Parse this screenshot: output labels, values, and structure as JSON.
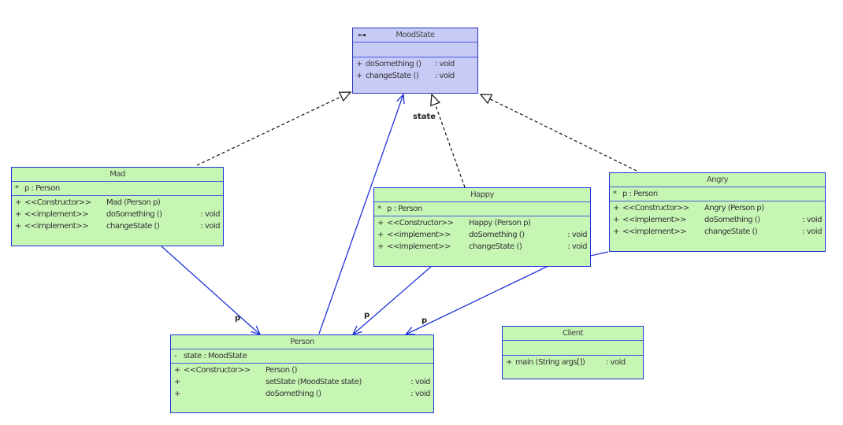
{
  "colors": {
    "class_fill": "#c6f5b4",
    "interface_fill": "#c9cbf7",
    "border": "#1f33d9",
    "association": "#1f33d9",
    "realization": "#111111"
  },
  "interface": {
    "name": "MoodState",
    "icon": "key-icon",
    "operations": [
      {
        "vis": "+",
        "name": "doSomething ()",
        "type": ": void"
      },
      {
        "vis": "+",
        "name": "changeState ()",
        "type": ": void"
      }
    ]
  },
  "mad": {
    "name": "Mad",
    "attributes": [
      {
        "vis": "*",
        "text": "p   : Person"
      }
    ],
    "operations": [
      {
        "vis": "+",
        "stereo": "<<Constructor>>",
        "name": "Mad (Person p)",
        "type": ""
      },
      {
        "vis": "+",
        "stereo": "<<implement>>",
        "name": "doSomething ()",
        "type": ": void"
      },
      {
        "vis": "+",
        "stereo": "<<implement>>",
        "name": "changeState ()",
        "type": ": void"
      }
    ]
  },
  "happy": {
    "name": "Happy",
    "attributes": [
      {
        "vis": "*",
        "text": "p   : Person"
      }
    ],
    "operations": [
      {
        "vis": "+",
        "stereo": "<<Constructor>>",
        "name": "Happy (Person p)",
        "type": ""
      },
      {
        "vis": "+",
        "stereo": "<<implement>>",
        "name": "doSomething ()",
        "type": ": void"
      },
      {
        "vis": "+",
        "stereo": "<<implement>>",
        "name": "changeState ()",
        "type": ": void"
      }
    ]
  },
  "angry": {
    "name": "Angry",
    "attributes": [
      {
        "vis": "*",
        "text": "p   : Person"
      }
    ],
    "operations": [
      {
        "vis": "+",
        "stereo": "<<Constructor>>",
        "name": "Angry (Person p)",
        "type": ""
      },
      {
        "vis": "+",
        "stereo": "<<implement>>",
        "name": "doSomething ()",
        "type": ": void"
      },
      {
        "vis": "+",
        "stereo": "<<implement>>",
        "name": "changeState ()",
        "type": ": void"
      }
    ]
  },
  "person": {
    "name": "Person",
    "attributes": [
      {
        "vis": "-",
        "text": "state   : MoodState"
      }
    ],
    "operations": [
      {
        "vis": "+",
        "stereo": "<<Constructor>>",
        "name": "Person ()",
        "type": ""
      },
      {
        "vis": "+",
        "stereo": "",
        "name": "setState (MoodState state)",
        "type": ": void"
      },
      {
        "vis": "+",
        "stereo": "",
        "name": "doSomething ()",
        "type": ": void"
      }
    ]
  },
  "client": {
    "name": "Client",
    "operations": [
      {
        "vis": "+",
        "name": "main (String args[])",
        "type": ": void"
      }
    ]
  },
  "labels": {
    "state": "state",
    "p": "p"
  }
}
